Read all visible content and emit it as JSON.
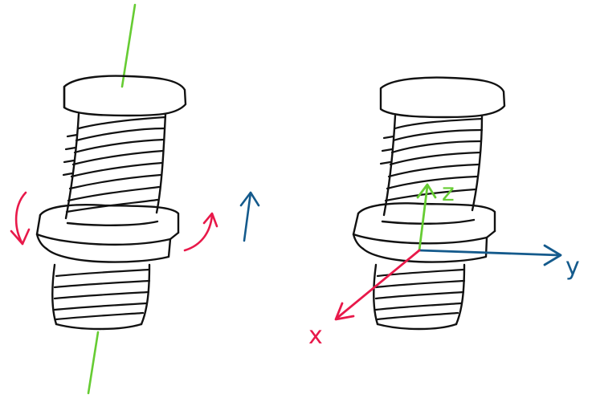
{
  "colors": {
    "ink": "#111111",
    "axis": "#66cc33",
    "rotation": "#e8194a",
    "direction": "#145a8c"
  },
  "left_figure": {
    "parts": [
      "screw-head",
      "threaded-shank",
      "nut",
      "lower-thread"
    ],
    "annotations": [
      "rotation-axis",
      "rotation-arrow-left",
      "rotation-arrow-right",
      "up-arrow"
    ]
  },
  "right_figure": {
    "parts": [
      "screw-head",
      "threaded-shank",
      "nut",
      "lower-thread"
    ],
    "axes": {
      "x": {
        "label": "x"
      },
      "y": {
        "label": "y"
      },
      "z": {
        "label": "z"
      }
    }
  }
}
